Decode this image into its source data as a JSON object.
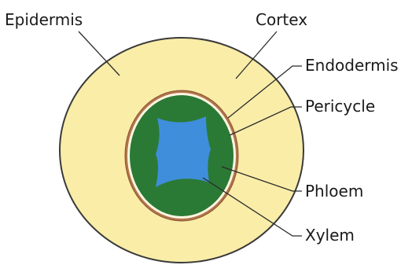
{
  "labels": {
    "epidermis": "Epidermis",
    "cortex": "Cortex",
    "endodermis": "Endodermis",
    "pericycle": "Pericycle",
    "phloem": "Phloem",
    "xylem": "Xylem"
  },
  "colors": {
    "cortex": "#f9eda8",
    "outline": "#3a3a3a",
    "endodermis_ring": "#b2754a",
    "pericycle_ring": "#fff6e3",
    "phloem": "#2a7a36",
    "xylem": "#3f8edc"
  }
}
